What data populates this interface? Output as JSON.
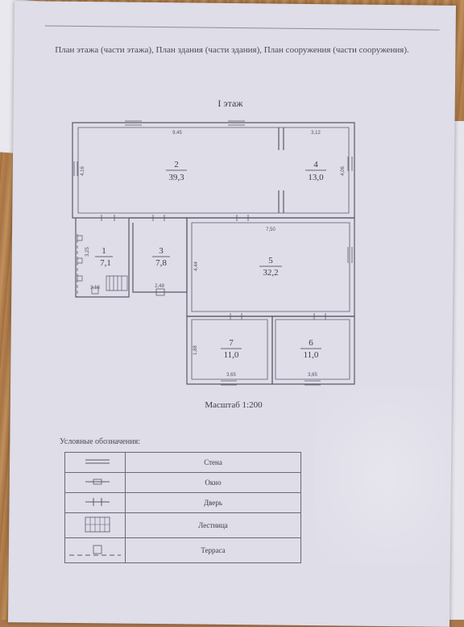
{
  "heading": "План этажа (части этажа), План здания (части здания), План сооружения (части сооружения).",
  "floor": "I этаж",
  "rooms": [
    {
      "number": "2",
      "area": "39,3"
    },
    {
      "number": "4",
      "area": "13,0"
    },
    {
      "number": "1",
      "area": "7,1"
    },
    {
      "number": "3",
      "area": "7,8"
    },
    {
      "number": "5",
      "area": "32,2"
    },
    {
      "number": "7",
      "area": "11,0"
    },
    {
      "number": "6",
      "area": "11,0"
    }
  ],
  "dimensions": {
    "d945": "9,45",
    "d312": "3,12",
    "d416": "4,16",
    "d406": "4,06",
    "d750": "7,50",
    "d325": "3,25",
    "d318": "3,18",
    "d248": "2,48",
    "d444": "4,44",
    "d365a": "3,65",
    "d365b": "3,65",
    "d188": "1,88"
  },
  "scale": "Масштаб 1:200",
  "legend": {
    "title": "Условные обозначения:",
    "items": [
      {
        "name": "Стена",
        "icon": "wall-icon"
      },
      {
        "name": "Окно",
        "icon": "window-icon"
      },
      {
        "name": "Дверь",
        "icon": "door-icon"
      },
      {
        "name": "Лестница",
        "icon": "stairs-icon"
      },
      {
        "name": "Терраса",
        "icon": "terrace-icon"
      }
    ]
  }
}
